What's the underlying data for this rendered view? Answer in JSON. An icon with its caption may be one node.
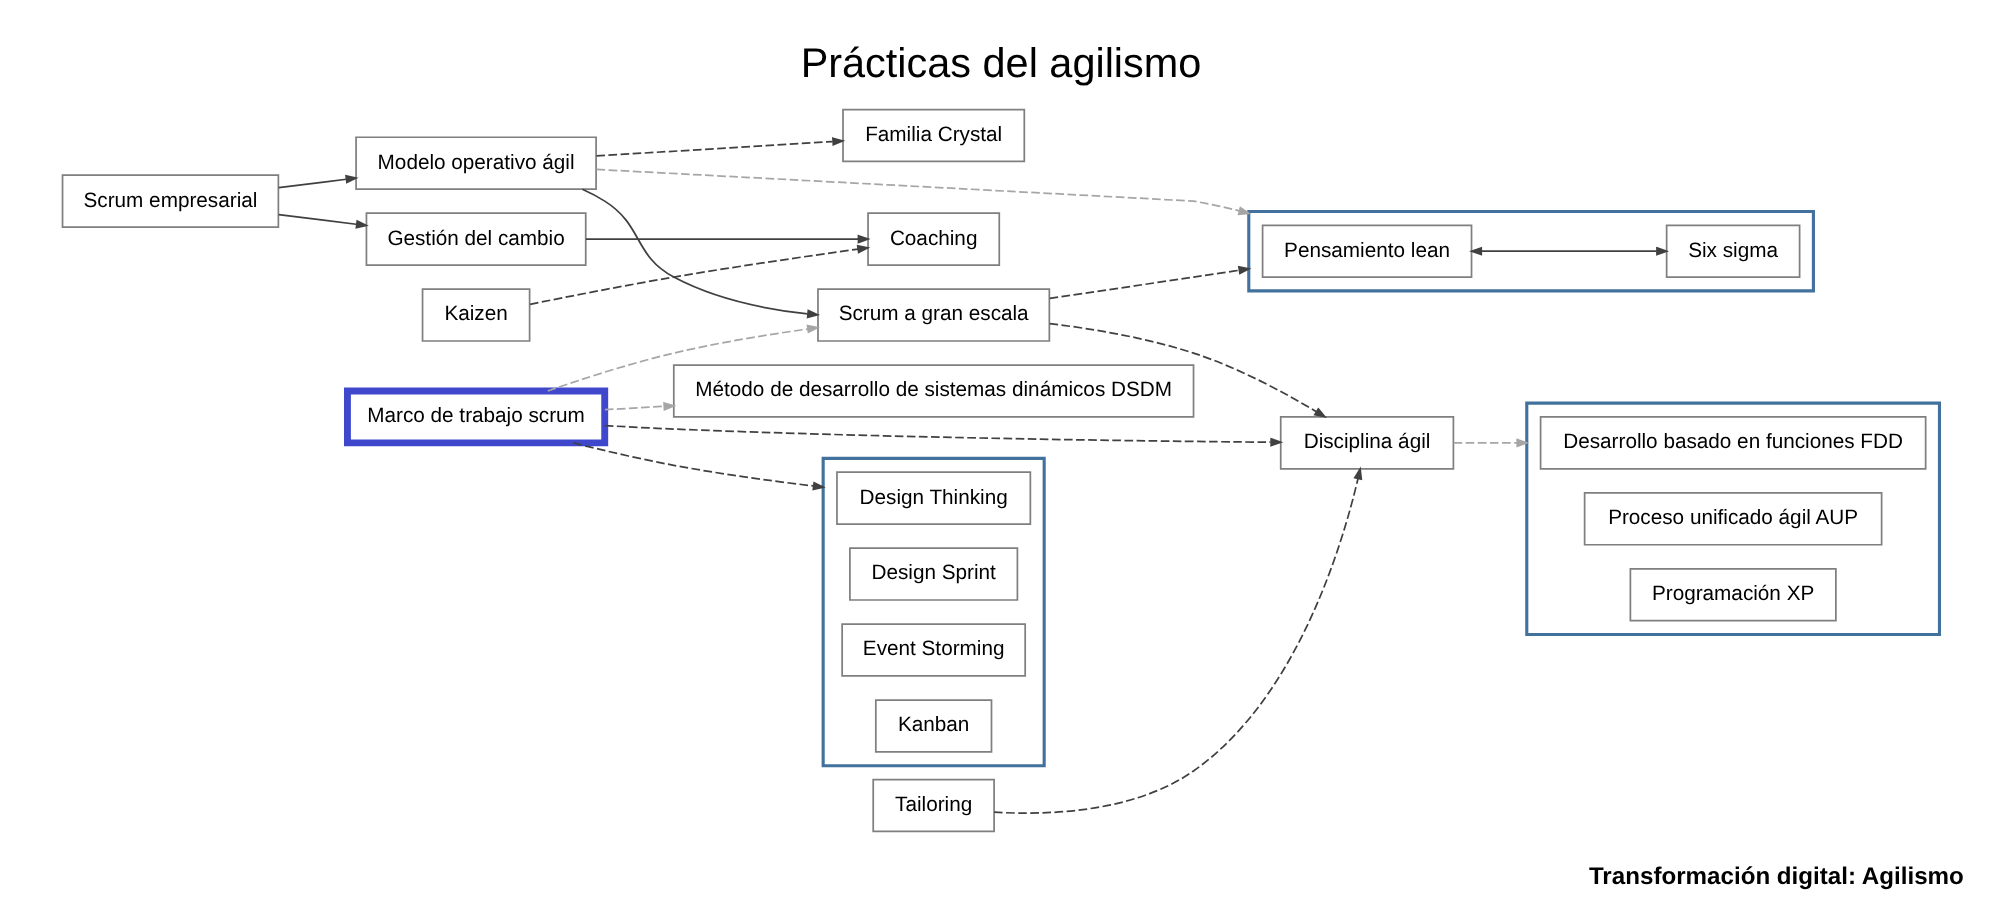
{
  "diagram": {
    "title": "Prácticas del agilismo",
    "caption": "Transformación digital: Agilismo",
    "nodes": [
      {
        "text": [
          "Scrum empresarial"
        ]
      },
      {
        "text": [
          "Gestión del cambio"
        ]
      },
      {
        "text": [],
        "shape": "box"
      },
      {
        "text": [
          "Pensamiento lean"
        ],
        "in": 2
      },
      {
        "text": [
          "Six sigma"
        ],
        "in": 2
      },
      {
        "text": [
          "Modelo operativo ágil"
        ]
      },
      {
        "text": [
          "Coaching"
        ]
      },
      {
        "text": [
          "Familia Crystal"
        ]
      },
      {
        "text": [
          "Scrum a gran escala"
        ]
      },
      {
        "text": [
          "Kaizen"
        ]
      },
      {
        "text": [],
        "shape": "box"
      },
      {
        "text": [
          "Desarrollo basado en funciones FDD"
        ],
        "in": 10
      },
      {
        "text": [
          "Proceso unificado ágil AUP"
        ],
        "in": 10
      },
      {
        "text": [
          "Programación XP"
        ],
        "in": 10
      },
      {
        "text": [
          "Disciplina ágil"
        ]
      },
      {
        "text": [
          "Marco de trabajo scrum"
        ]
      },
      {
        "text": [
          "Método de desarrollo de sistemas dinámicos DSDM"
        ]
      },
      {
        "text": [
          "Tailoring"
        ]
      },
      {
        "text": [],
        "shape": "box"
      },
      {
        "text": [
          "Design Thinking"
        ],
        "in": 18
      },
      {
        "text": [
          "Design Sprint"
        ],
        "in": 18
      },
      {
        "text": [
          "Event Storming"
        ],
        "in": 18
      },
      {
        "text": [
          "Kanban"
        ],
        "in": 18
      }
    ],
    "edges": [
      {
        "from": 3,
        "to": 4,
        "arrow": "both"
      },
      {
        "from": 0,
        "to": 1,
        "arrow": "to"
      },
      {
        "from": 0,
        "to": 5,
        "arrow": "to"
      },
      {
        "from": 5,
        "to": 2,
        "arrow": "to",
        "style": "dashed",
        "color": "#a6a6a6"
      },
      {
        "from": 1,
        "to": 6,
        "arrow": "to"
      },
      {
        "from": 5,
        "to": 7,
        "arrow": "to",
        "style": "dashed"
      },
      {
        "from": 5,
        "to": 8,
        "arrow": "to"
      },
      {
        "from": 9,
        "to": 6,
        "arrow": "to",
        "style": "dashed"
      },
      {
        "from": 8,
        "to": 2,
        "arrow": "to",
        "style": "dashed"
      },
      {
        "from": 8,
        "to": 14,
        "arrow": "to",
        "style": "dashed"
      },
      {
        "from": 15,
        "to": 8,
        "arrow": "to",
        "style": "dashed",
        "color": "#a6a6a6"
      },
      {
        "from": 15,
        "to": 14,
        "arrow": "to",
        "style": "dashed"
      },
      {
        "from": 15,
        "to": 16,
        "arrow": "to",
        "style": "dashed",
        "color": "#a6a6a6"
      },
      {
        "from": 14,
        "to": 10,
        "arrow": "to",
        "style": "dashed",
        "color": "#a6a6a6"
      },
      {
        "from": 17,
        "to": 14,
        "arrow": "to",
        "style": "dashed"
      },
      {
        "from": 15,
        "to": 18,
        "arrow": "to",
        "style": "dashed"
      }
    ]
  }
}
